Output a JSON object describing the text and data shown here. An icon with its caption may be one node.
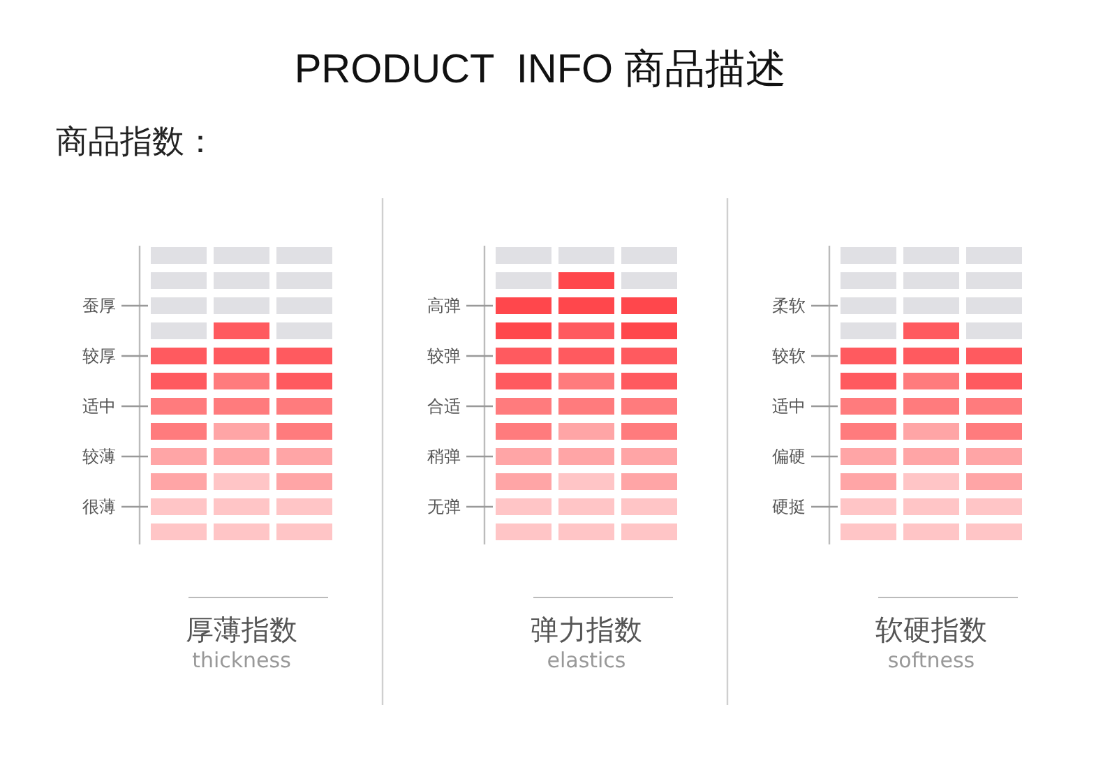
{
  "diagram": {
    "title": "PRODUCT  INFO 商品描述",
    "labels": [
      "商品指数：",
      "蚕厚",
      "较厚",
      "适中",
      "较薄",
      "很薄",
      "厚薄指数",
      "thickness",
      "高弹",
      "较弹",
      "合适",
      "稍弹",
      "无弹",
      "弹力指数",
      "elastics",
      "柔软",
      "较软",
      "适中",
      "偏硬",
      "硬挺",
      "软硬指数",
      "softness"
    ]
  }
}
